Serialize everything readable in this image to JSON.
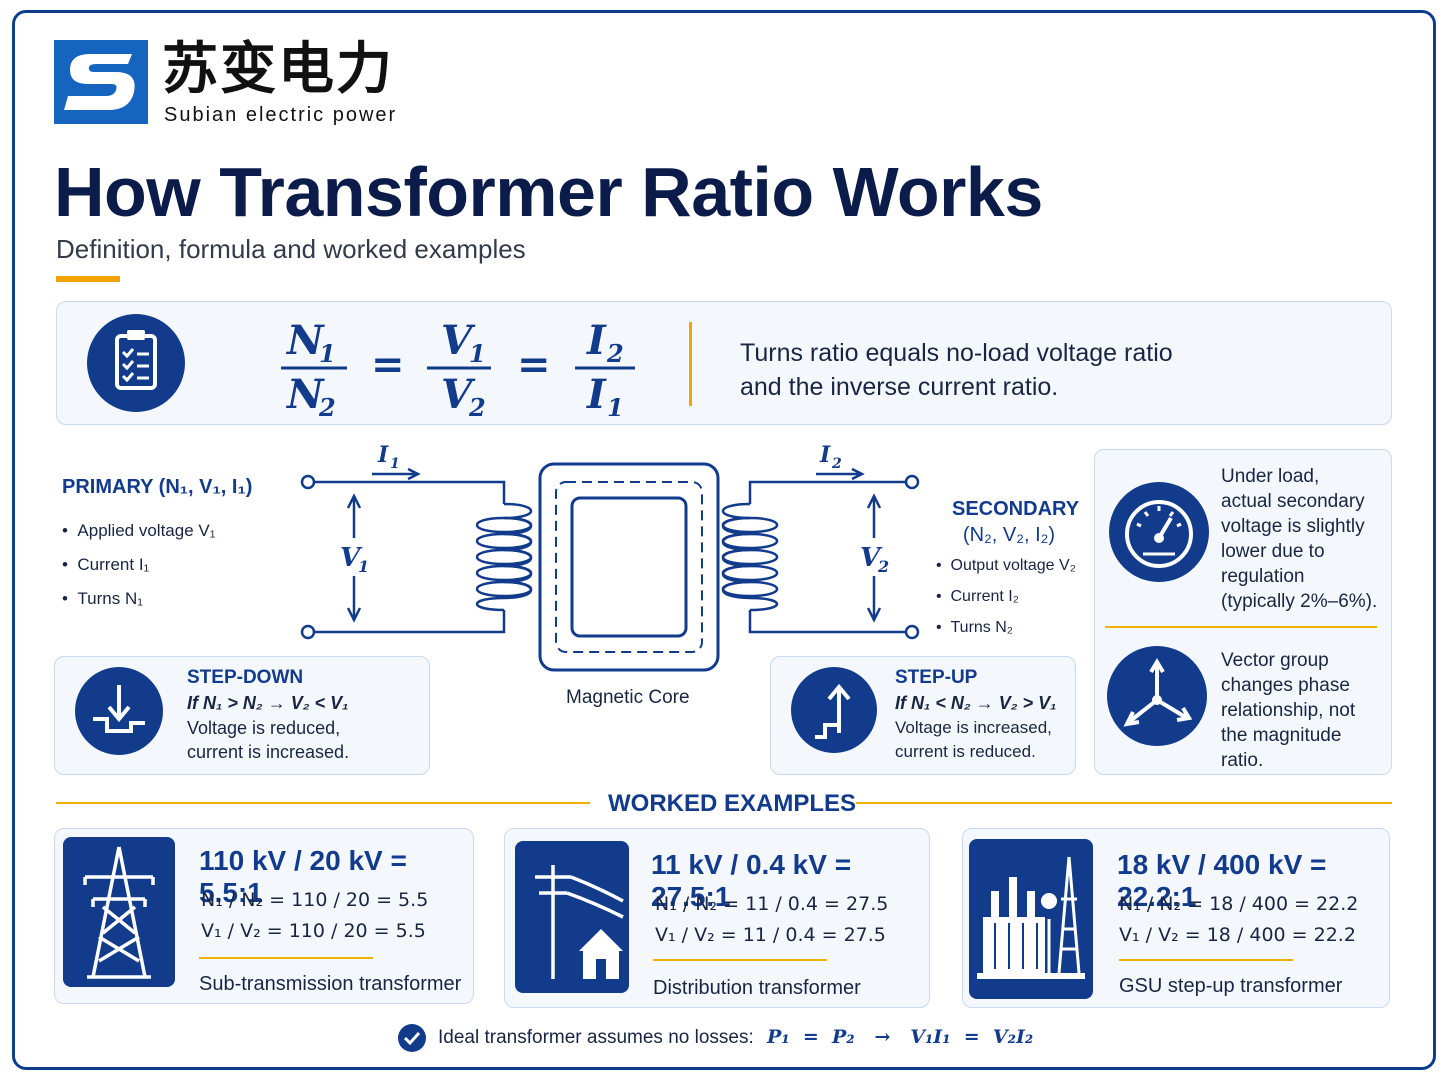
{
  "brand": {
    "name_cn": "苏变电力",
    "name_en": "Subian electric power"
  },
  "header": {
    "title": "How Transformer Ratio Works",
    "subtitle": "Definition, formula and worked examples"
  },
  "formula": {
    "description_line1": "Turns ratio equals no-load voltage ratio",
    "description_line2": "and the inverse current ratio."
  },
  "primary": {
    "heading": "PRIMARY (N₁, V₁, I₁)",
    "items": [
      "Applied voltage V₁",
      "Current I₁",
      "Turns N₁"
    ]
  },
  "secondary": {
    "heading_line1": "SECONDARY",
    "heading_line2": "(N₂, V₂, I₂)",
    "items": [
      "Output voltage V₂",
      "Current I₂",
      "Turns N₂"
    ]
  },
  "diagram": {
    "core_label": "Magnetic Core"
  },
  "step_down": {
    "title": "STEP-DOWN",
    "condition": "If N₁ > N₂ → V₂ < V₁",
    "line1": "Voltage is reduced,",
    "line2": "current is increased."
  },
  "step_up": {
    "title": "STEP-UP",
    "condition": "If N₁ < N₂ → V₂ > V₁",
    "line1": "Voltage is increased,",
    "line2": "current is reduced."
  },
  "notes": {
    "regulation": [
      "Under load,",
      "actual secondary",
      "voltage is slightly",
      "lower due to",
      "regulation",
      "(typically 2%–6%)."
    ],
    "vector": [
      "Vector group",
      "changes phase",
      "relationship, not",
      "the magnitude",
      "ratio."
    ]
  },
  "worked_examples": {
    "heading": "WORKED EXAMPLES",
    "examples": [
      {
        "title": "110 kV / 20 kV = 5.5:1",
        "turns": "N₁ / N₂  =  110 / 20  =  5.5",
        "volts": "V₁ / V₂  =  110 / 20  =  5.5",
        "label": "Sub-transmission transformer",
        "icon": "transmission-tower-icon"
      },
      {
        "title": "11 kV / 0.4 kV = 27.5:1",
        "turns": "N₁ / N₂  =  11 / 0.4  =  27.5",
        "volts": "V₁ / V₂  =  11 / 0.4  =  27.5",
        "label": "Distribution transformer",
        "icon": "utility-pole-house-icon"
      },
      {
        "title": "18 kV / 400 kV = 22.2:1",
        "turns": "N₁ / N₂  =  18 / 400  =  22.2",
        "volts": "V₁ / V₂  =  18 / 400  =  22.2",
        "label": "GSU step-up transformer",
        "icon": "substation-icon"
      }
    ]
  },
  "footer": {
    "note": "Ideal transformer assumes no losses:",
    "equation": "P₁  =  P₂   →   V₁I₁  =  V₂I₂"
  },
  "colors": {
    "primary_blue": "#123b8c",
    "accent_gold": "#f0a500",
    "card_bg": "#f4f8fd"
  }
}
